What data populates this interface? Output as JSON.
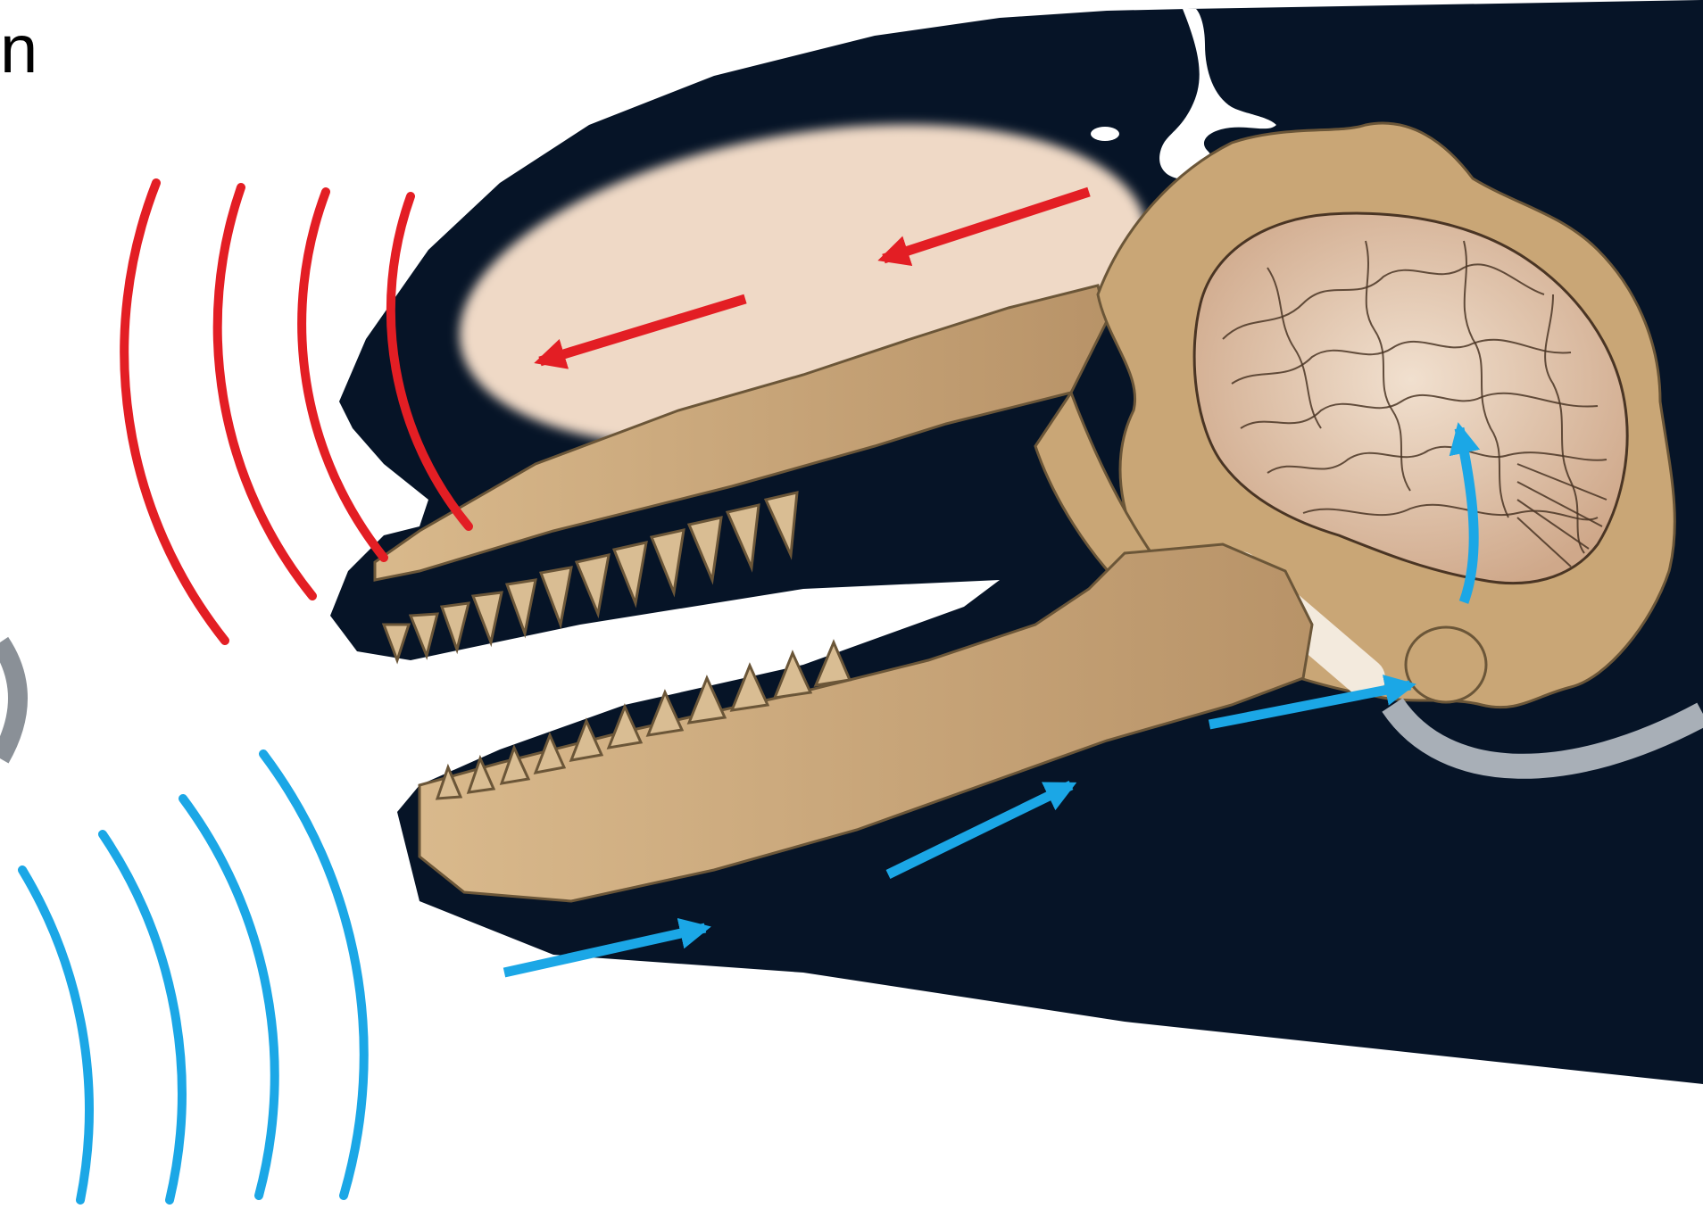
{
  "partial_label": "n",
  "colors": {
    "background": "#ffffff",
    "whale_body": "#061427",
    "skull_bone": "#c9a676",
    "bone_outline": "#6b5638",
    "melon": "#efd9c6",
    "brain": "#d8b79a",
    "outgoing_clicks": "#e31e24",
    "incoming_echo": "#1ba7e6",
    "nerve": "#a8afb7"
  },
  "icons": {
    "outgoing_arrow": "arrow-left-red",
    "incoming_arrow": "arrow-right-blue"
  }
}
